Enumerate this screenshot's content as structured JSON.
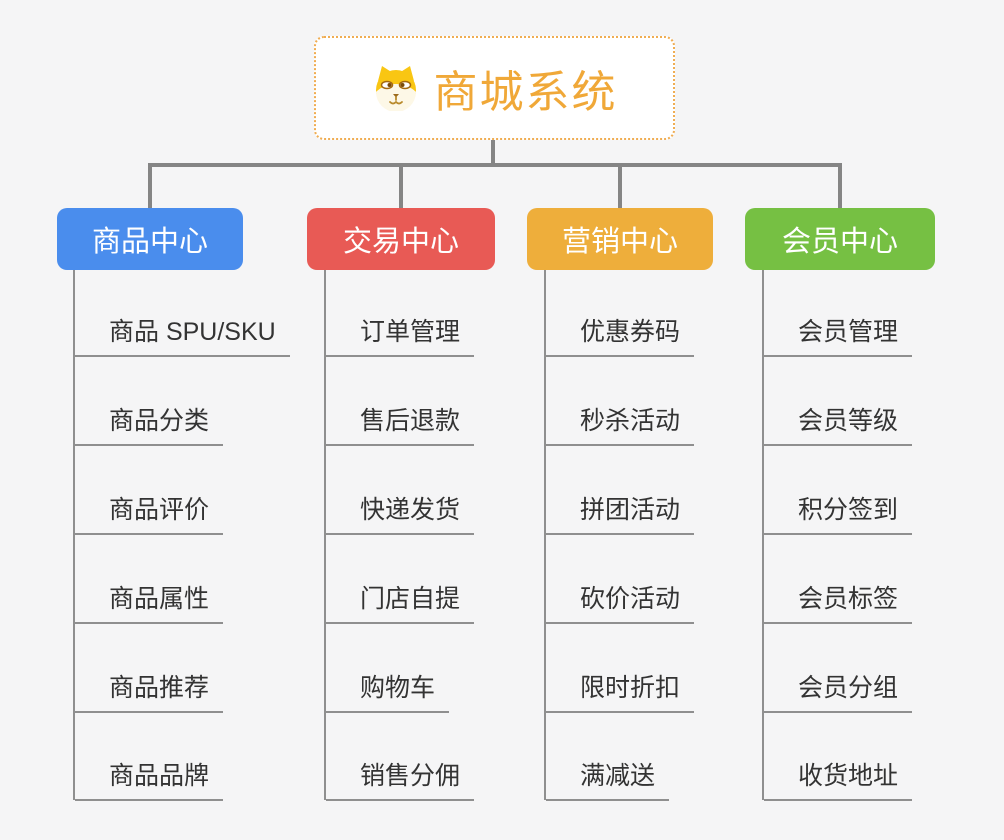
{
  "root": {
    "title": "商城系统",
    "icon": "dog-face-icon",
    "accent_color": "#f0a838",
    "border_color": "#f0ad52"
  },
  "style": {
    "background_color": "#f5f5f6",
    "connector_color": "#858585",
    "leaf_text_color": "#333333"
  },
  "columns": [
    {
      "label": "商品中心",
      "color": "#4a8ded",
      "items": [
        "商品 SPU/SKU",
        "商品分类",
        "商品评价",
        "商品属性",
        "商品推荐",
        "商品品牌"
      ]
    },
    {
      "label": "交易中心",
      "color": "#e85a55",
      "items": [
        "订单管理",
        "售后退款",
        "快递发货",
        "门店自提",
        "购物车",
        "销售分佣"
      ]
    },
    {
      "label": "营销中心",
      "color": "#eeae3b",
      "items": [
        "优惠券码",
        "秒杀活动",
        "拼团活动",
        "砍价活动",
        "限时折扣",
        "满减送"
      ]
    },
    {
      "label": "会员中心",
      "color": "#76c043",
      "items": [
        "会员管理",
        "会员等级",
        "积分签到",
        "会员标签",
        "会员分组",
        "收货地址"
      ]
    }
  ]
}
